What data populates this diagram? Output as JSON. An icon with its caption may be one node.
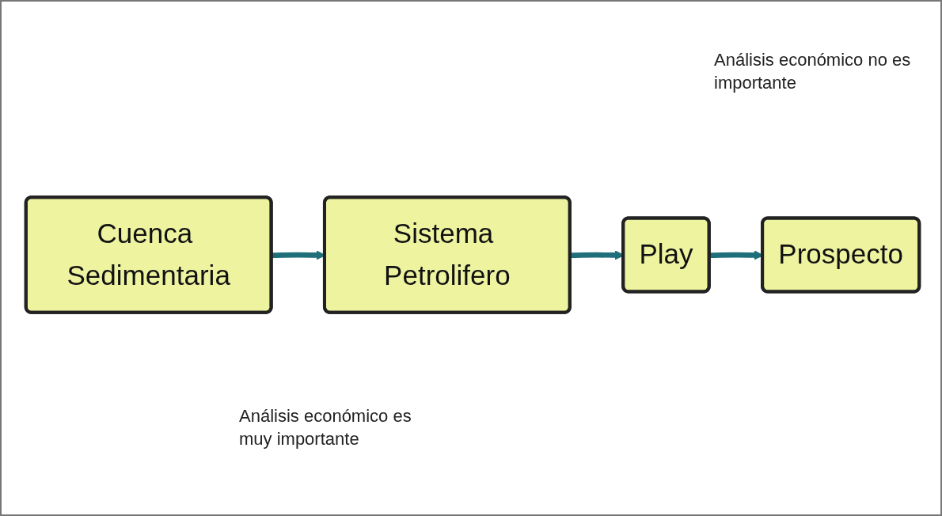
{
  "diagram": {
    "nodes": [
      {
        "text": [
          "Cuenca Sedimentaria"
        ]
      },
      {
        "text": [
          "Sistema Petrolifero"
        ]
      },
      {
        "text": [
          "Play"
        ]
      },
      {
        "text": [
          "Prospecto"
        ]
      }
    ],
    "edges": [
      {
        "from": 0,
        "to": 1,
        "arrow": "to"
      },
      {
        "from": 1,
        "to": 2,
        "arrow": "to"
      },
      {
        "from": 2,
        "to": 3,
        "arrow": "to"
      }
    ],
    "labels": [
      "Análisis económico no es importante",
      "Análisis económico es muy importante"
    ]
  }
}
